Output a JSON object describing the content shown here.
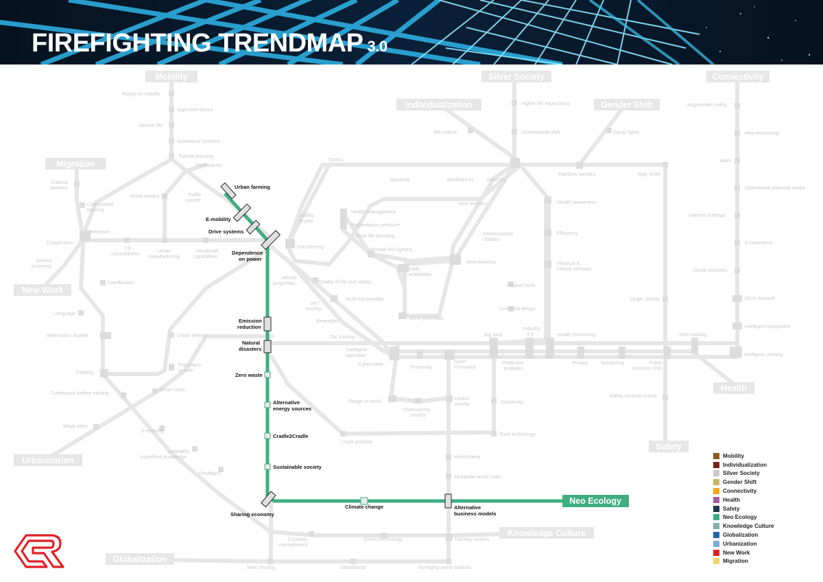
{
  "title": {
    "main": "FIREFIGHTING TRENDMAP",
    "version": "3.0"
  },
  "lines": {
    "mobility": "Mobility",
    "migration": "Migration",
    "new_work": "New Work",
    "urbanization": "Urbanization",
    "globalization": "Globalization",
    "knowledge_culture": "Knowledge Culture",
    "individualization": "Individualization",
    "silver_society": "Silver Society",
    "gender_shift": "Gender Shift",
    "connectivity": "Connectivity",
    "health": "Health",
    "safety": "Safety",
    "neo_ecology": "Neo Ecology"
  },
  "grey_labels": {
    "range_of_mobility": "Range of mobility",
    "approach_tactics": "Approach tactics",
    "service_life": "Service life",
    "assistance_systems": "Assistance systems",
    "tutorial_learning": "Tutorial learning",
    "third_places": "Third places",
    "tactics": "Tactics",
    "cultural_barriers": "Cultural\nbarriers",
    "coordinated_learning": "Coordinated\nlearning",
    "rural_exodus": "Rural exodus",
    "traffic_volume": "Traffic\nvolume",
    "ability_to_plan": "Ability\nto plan",
    "telentism": "Telentism",
    "cooperation": "Cooperation",
    "fd_consolidation": "FD\nconsolidation",
    "urban_manufacturing": "Urban\nmanufacturing",
    "handicraft_capabilities": "Handicraft\ncapabilities",
    "volunteering": "Volunteering",
    "service_economy": "Service\neconomy",
    "gamification": "Gamification",
    "language": "Language",
    "information_display": "Information display",
    "urban_mining": "Urban mining",
    "training": "Training",
    "population_growth": "Population\ngrowth",
    "continuous_further_training": "Continuous further training",
    "smart_cities": "Smart cities",
    "mega_cities": "Mega cities",
    "e_learning": "E-learning",
    "unhealthy_superficial_knowledge": "Unhealthy\nsuperficial knowledge",
    "feedback": "Feedback",
    "curiosity_management": "Curiosity\nmanagement",
    "green_technology": "Green technology",
    "training_centers": "Training centers",
    "near_shoring": "Near shoring",
    "global_local": "Global/local",
    "emerging_world_markets": "Emerging world markets",
    "higher_life_expectancy": "Higher life expectancy",
    "generational_shift": "Generational shift",
    "we_culture": "We culture",
    "equal_rights": "Equal rights",
    "rainbow_families": "Rainbow families",
    "way_of_life": "Way of life",
    "sportivity": "Sportivity",
    "mindfulness_top": "Mindfulness",
    "diversity": "Diversity",
    "new_mothers": "New mothers",
    "health_management": "Health management",
    "performance_pressure": "Performance pressure",
    "work_life_blending": "Work-life blending",
    "female_fire_fighters": "Female fire fighters",
    "womanomics": "Womanomics",
    "infrastructure_children": "Infrastructure/\nchildren",
    "health_awareness": "Health awareness",
    "efficiency": "Efficiency",
    "physical_mental_stresses": "Physical &\nmental stresses",
    "daily_availability": "Daily\navailability",
    "vehicle_properties": "Vehicle\nproperties",
    "quality_of_life": "Quality of life and vitality",
    "multi_functionality": "Multi-functionality",
    "support_tools": "Support tools",
    "universal_design": "Universal design",
    "society_24_7": "24/7\nsociety",
    "wearables": "Wearables",
    "silver_potentials": "Silver potentials",
    "car_sharing": "Car sharing",
    "industry_4_0": "Industry\n4.0",
    "big_data": "Big data",
    "health_monitoring": "Health monitoring",
    "self_tracking": "Self-tracking",
    "intelligent_operation": "Intelligent\noperation",
    "cybercrime": "Cybercrime",
    "financing": "Financing",
    "open_innovation": "Open\ninnovation",
    "predictive_analyses": "Predictive\nanalyses",
    "privacy": "Privacy",
    "monitoring": "Monitoring",
    "public_relations": "Public\nrelations (PR)",
    "intelligent_clothing": "Intelligent clothing",
    "range_of_tasks": "Range of tasks",
    "outsourcing_society": "Outsourcing\nsociety",
    "instant_society": "Instant\nsociety",
    "simplexity": "Simplexity",
    "safety_consciousness": "Safety consciousness",
    "legal_grounds": "Legal grounds",
    "trust_technology": "Trust technology",
    "mindfulness_bottom": "Mindfulness",
    "multipolar_world_order": "Multipolar world order",
    "augmented_reality": "Augmented reality",
    "new_technology": "New technology",
    "apps": "Apps",
    "operational_planning_media": "Operational planning media",
    "internet_of_things": "Internet of things",
    "e_commerce": "E-commerce",
    "social_networks": "Social networks",
    "do_it_yourself": "Do-It-Yourself",
    "single_society": "Single society",
    "intelligent_equipment": "Intelligent equipment"
  },
  "neo_stops": {
    "urban_farming": "Urban farming",
    "e_mobility": "E-mobility",
    "drive_systems": "Drive systems",
    "dependence_on_power": "Dependence\non power",
    "emission_reduction": "Emission\nreduction",
    "natural_disasters": "Natural\ndisasters",
    "zero_waste": "Zero waste",
    "alternative_energy_sources": "Alternative\nenergy sources",
    "cradle2cradle": "Cradle2Cradle",
    "sustainable_society": "Sustainable society",
    "sharing_economy": "Sharing economy",
    "climate_change": "Climate change",
    "alternative_business_models": "Alternative\nbusiness models"
  },
  "legend": [
    {
      "label": "Mobility",
      "color": "#8a5a1e"
    },
    {
      "label": "Individualization",
      "color": "#7a1f1a"
    },
    {
      "label": "Silver Society",
      "color": "#c8c8c8"
    },
    {
      "label": "Gender Shift",
      "color": "#c9b56b"
    },
    {
      "label": "Connectivity",
      "color": "#f3a51d"
    },
    {
      "label": "Health",
      "color": "#a35ba8"
    },
    {
      "label": "Safety",
      "color": "#1d3550"
    },
    {
      "label": "Neo Ecology",
      "color": "#3fae82"
    },
    {
      "label": "Knowledge Culture",
      "color": "#7fb0ae"
    },
    {
      "label": "Globalization",
      "color": "#1f64ad"
    },
    {
      "label": "Urbanization",
      "color": "#82a9d6"
    },
    {
      "label": "New Work",
      "color": "#e31f26"
    },
    {
      "label": "Migration",
      "color": "#f7d26b"
    }
  ]
}
